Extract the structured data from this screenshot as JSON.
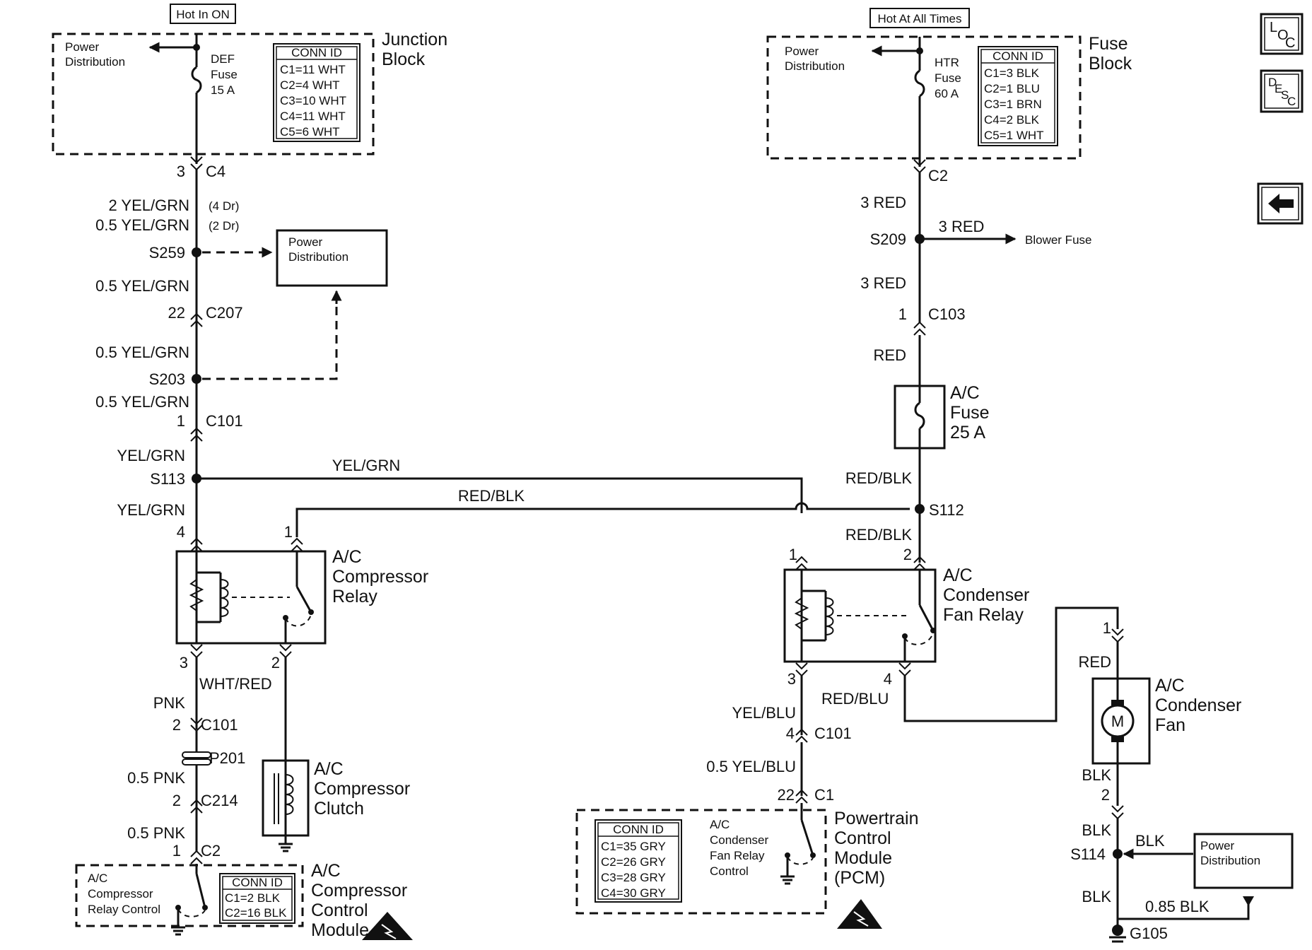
{
  "nav": {
    "loc_letters": [
      "L",
      "O",
      "C"
    ],
    "desc_letters": [
      "D",
      "E",
      "S",
      "C"
    ]
  },
  "junction_block": {
    "hot_label": "Hot In ON",
    "title_line1": "Junction",
    "title_line2": "Block",
    "power_dist_line1": "Power",
    "power_dist_line2": "Distribution",
    "fuse_line1": "DEF",
    "fuse_line2": "Fuse",
    "fuse_line3": "15 A",
    "conn_header": "CONN ID",
    "conn": [
      "C1=11 WHT",
      "C2=4 WHT",
      "C3=10 WHT",
      "C4=11 WHT",
      "C5=6 WHT"
    ]
  },
  "fuse_block": {
    "hot_label": "Hot At All Times",
    "title_line1": "Fuse",
    "title_line2": "Block",
    "power_dist_line1": "Power",
    "power_dist_line2": "Distribution",
    "fuse_line1": "HTR",
    "fuse_line2": "Fuse",
    "fuse_line3": "60 A",
    "conn_header": "CONN ID",
    "conn": [
      "C1=3 BLK",
      "C2=1 BLU",
      "C3=1 BRN",
      "C4=2 BLK",
      "C5=1 WHT"
    ]
  },
  "left_circuit": {
    "c4_pin": "3",
    "c4": "C4",
    "wire1": "2 YEL/GRN",
    "wire1_note": "(4 Dr)",
    "wire2": "0.5 YEL/GRN",
    "wire2_note": "(2 Dr)",
    "s259": "S259",
    "power_dist_line1": "Power",
    "power_dist_line2": "Distribution",
    "wire3": "0.5 YEL/GRN",
    "c207_pin": "22",
    "c207": "C207",
    "wire4": "0.5 YEL/GRN",
    "s203": "S203",
    "wire5": "0.5 YEL/GRN",
    "c101_pin": "1",
    "c101": "C101",
    "wire6": "YEL/GRN",
    "s113": "S113",
    "wire7": "YEL/GRN",
    "horiz_wire_top": "YEL/GRN",
    "horiz_wire_bottom": "RED/BLK"
  },
  "compressor_relay": {
    "pin4": "4",
    "pin1": "1",
    "pin3": "3",
    "pin2": "2",
    "label_line1": "A/C",
    "label_line2": "Compressor",
    "label_line3": "Relay"
  },
  "compressor_lower": {
    "wire_wht_red": "WHT/RED",
    "wire_pnk": "PNK",
    "c101_pin": "2",
    "c101": "C101",
    "p201": "P201",
    "wire_05pnk_a": "0.5 PNK",
    "c214_pin": "2",
    "c214": "C214",
    "wire_05pnk_b": "0.5 PNK",
    "c2_pin": "1",
    "c2": "C2",
    "clutch_line1": "A/C",
    "clutch_line2": "Compressor",
    "clutch_line3": "Clutch"
  },
  "compressor_module": {
    "internal_line1": "A/C",
    "internal_line2": "Compressor",
    "internal_line3": "Relay Control",
    "conn_header": "CONN ID",
    "conn": [
      "C1=2 BLK",
      "C2=16 BLK"
    ],
    "label_line1": "A/C",
    "label_line2": "Compressor",
    "label_line3": "Control",
    "label_line4": "Module"
  },
  "right_circuit": {
    "c2": "C2",
    "wire1": "3 RED",
    "s209": "S209",
    "branch_wire": "3 RED",
    "blower_fuse": "Blower Fuse",
    "wire2": "3 RED",
    "c103_pin": "1",
    "c103": "C103",
    "wire3": "RED",
    "ac_fuse_line1": "A/C",
    "ac_fuse_line2": "Fuse",
    "ac_fuse_line3": "25 A",
    "wire4": "RED/BLK",
    "s112": "S112",
    "wire5": "RED/BLK"
  },
  "condenser_relay": {
    "pin1": "1",
    "pin2": "2",
    "pin3": "3",
    "pin4": "4",
    "label_line1": "A/C",
    "label_line2": "Condenser",
    "label_line3": "Fan Relay",
    "wire_pin4": "RED/BLU",
    "wire_pin3": "YEL/BLU",
    "c101_pin": "4",
    "c101": "C101",
    "wire_05": "0.5 YEL/BLU",
    "c1_pin": "22",
    "c1": "C1"
  },
  "pcm": {
    "conn_header": "CONN ID",
    "conn": [
      "C1=35 GRY",
      "C2=26 GRY",
      "C3=28 GRY",
      "C4=30 GRY"
    ],
    "internal_line1": "A/C",
    "internal_line2": "Condenser",
    "internal_line3": "Fan Relay",
    "internal_line4": "Control",
    "label_line1": "Powertrain",
    "label_line2": "Control",
    "label_line3": "Module",
    "label_line4": "(PCM)"
  },
  "condenser_fan": {
    "pin1": "1",
    "wire_red": "RED",
    "label_line1": "A/C",
    "label_line2": "Condenser",
    "label_line3": "Fan",
    "motor": "M",
    "wire_blk": "BLK",
    "pin2": "2",
    "wire_blk2": "BLK",
    "s114": "S114",
    "wire_blk3": "BLK",
    "power_dist_line1": "Power",
    "power_dist_line2": "Distribution",
    "wire_blk4": "BLK",
    "wire_085": "0.85 BLK",
    "g105": "G105"
  }
}
